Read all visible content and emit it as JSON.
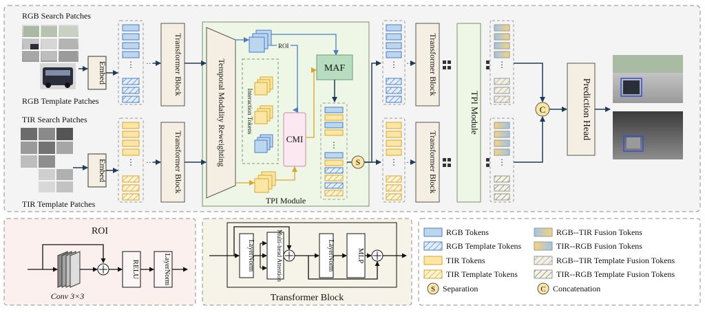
{
  "inputs": {
    "rgb_search": "RGB Search Patches",
    "rgb_template": "RGB Template Patches",
    "tir_search": "TIR Search Patches",
    "tir_template": "TIR Template Patches"
  },
  "blocks": {
    "embed": "Embed",
    "transformer_block": "Transformer Block",
    "temporal_modality_reweighting": "Temporal Modality Reweighting",
    "interaction_tokens": "Interaction Tokens",
    "roi_arrow": "ROI",
    "cmi": "CMI",
    "maf": "MAF",
    "tpi_module_caption": "TPI Module",
    "tpi_module_box": "TPI Module",
    "separation_symbol": "S",
    "concat_symbol": "C",
    "prediction_head": "Prediction Head"
  },
  "roi_panel": {
    "title": "ROI",
    "conv": "Conv 3×3",
    "relu": "RELU",
    "layernorm": "LayerNorm"
  },
  "transformer_panel": {
    "title": "Transformer Block",
    "layernorm1": "LayerNorm",
    "attention": "Multi-head Attention",
    "layernorm2": "LayerNorm",
    "mlp": "MLP"
  },
  "legend": {
    "rgb_tokens": "RGB Tokens",
    "rgb_template_tokens": "RGB Template Tokens",
    "tir_tokens": "TIR Tokens",
    "tir_template_tokens": "TIR Template Tokens",
    "separation": "Separation",
    "rgb_tir_fusion": "RGB--TIR Fusion Tokens",
    "tir_rgb_fusion": "TIR--RGB Fusion Tokens",
    "rgb_tir_template_fusion": "RGB--TIR Template Fusion Tokens",
    "tir_rgb_template_fusion": "TIR--RGB Template Fusion Tokens",
    "concatenation": "Concatenation"
  },
  "colors": {
    "rgb": "#bcd6f0",
    "rgb_stroke": "#4a7cc4",
    "tir": "#fbe6a6",
    "tir_stroke": "#d9a52a",
    "maf": "#b8dcc0",
    "cmi": "#fbe8f0",
    "tpi_bg": "#eef6e6",
    "block": "#f4efe2",
    "roi_panel_bg": "#fbf0ee",
    "tb_panel_bg": "#f6f4e8"
  }
}
